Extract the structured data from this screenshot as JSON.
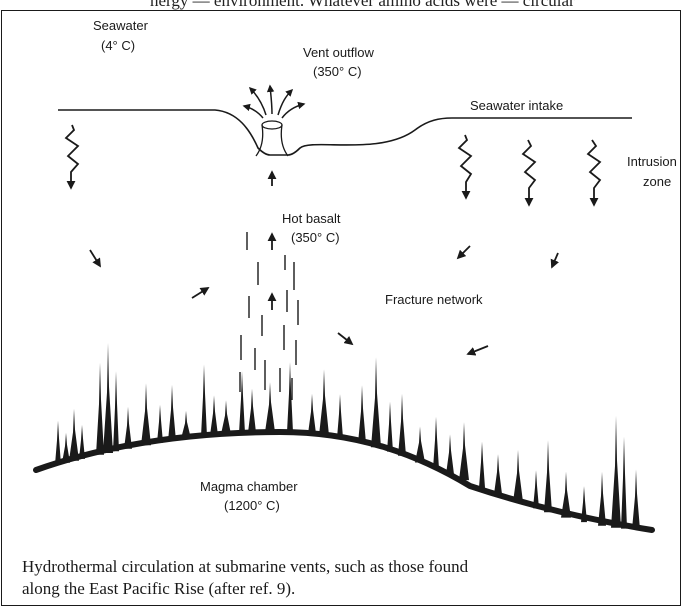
{
  "header_fragment": "nergy — environment. Whatever amino acids were — circular",
  "labels": {
    "seawater": "Seawater",
    "seawater_temp": "(4° C)",
    "vent_outflow": "Vent outflow",
    "vent_temp": "(350° C)",
    "seawater_intake": "Seawater intake",
    "intrusion": "Intrusion",
    "zone": "zone",
    "hot_basalt": "Hot basalt",
    "basalt_temp": "(350° C)",
    "fracture_network": "Fracture network",
    "magma_chamber": "Magma chamber",
    "magma_temp": "(1200° C)"
  },
  "caption": {
    "line1": "Hydrothermal circulation at submarine vents, such as those found",
    "line2": "along the East Pacific Rise (after ref. 9)."
  },
  "colors": {
    "ink": "#1a1a1a",
    "paper": "#ffffff"
  }
}
